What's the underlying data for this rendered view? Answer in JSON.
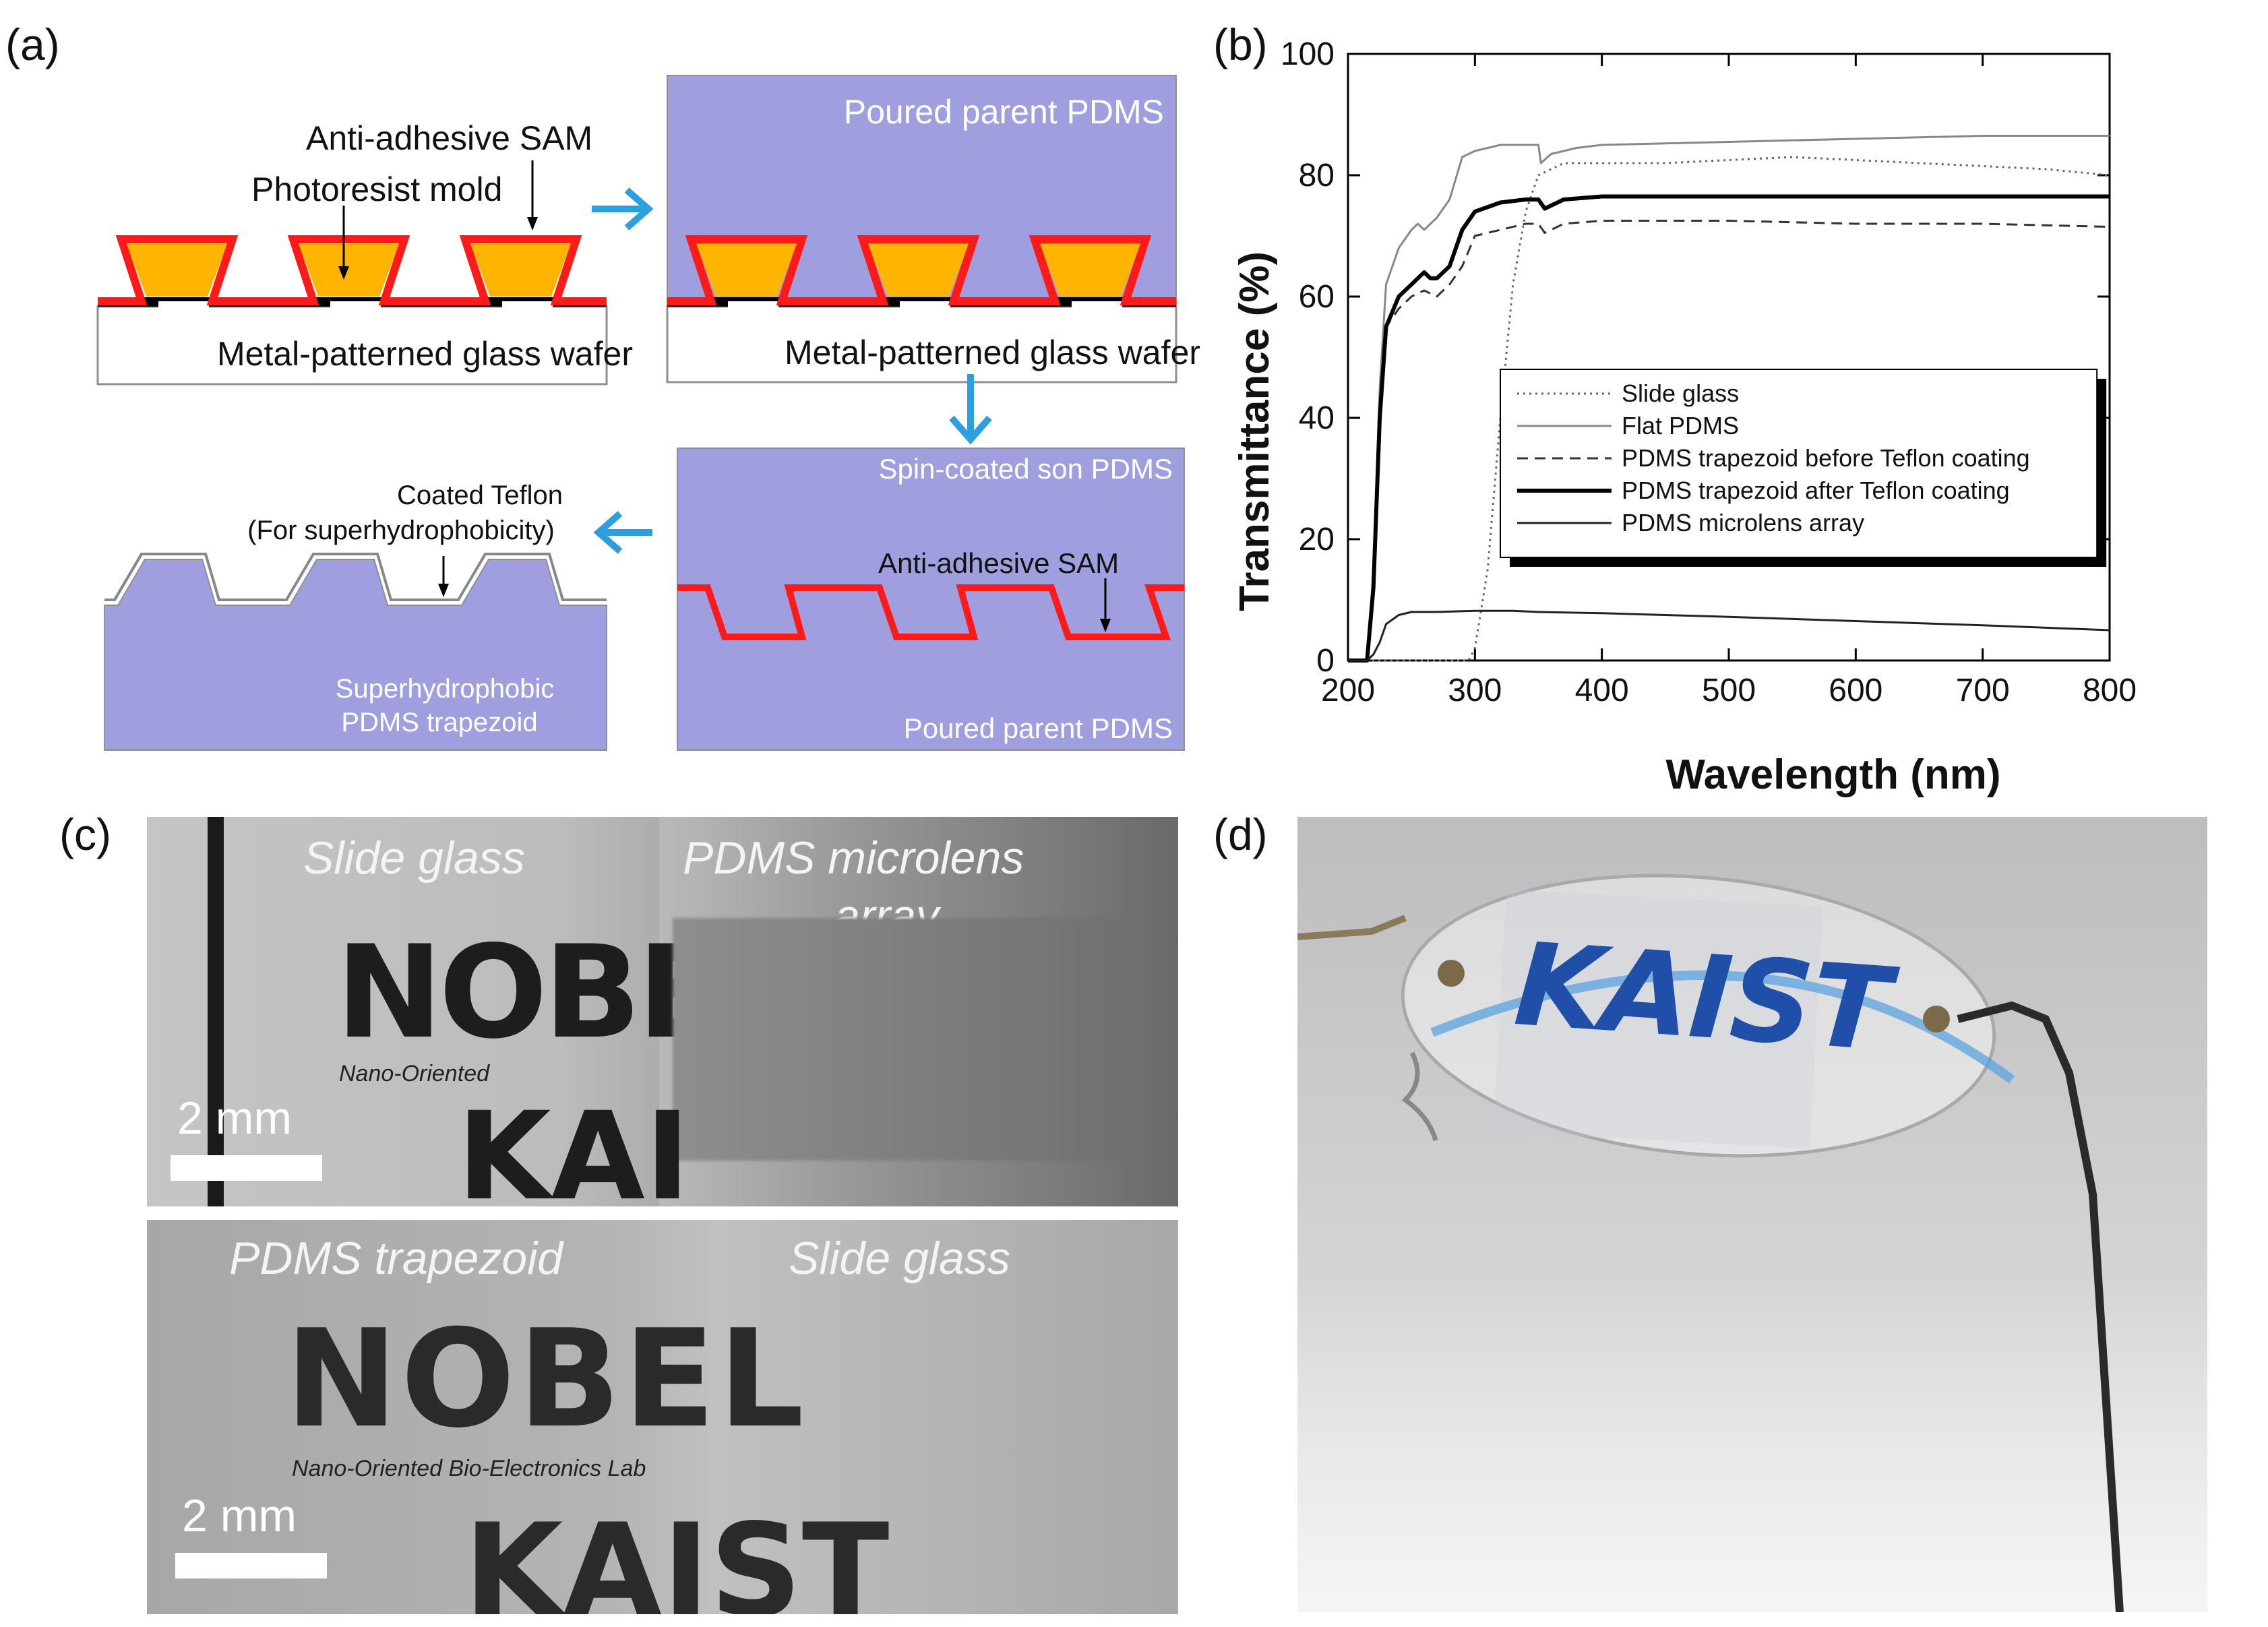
{
  "panels": {
    "a": {
      "label": "(a)",
      "step1": {
        "sam_label": "Anti-adhesive SAM",
        "mold_label": "Photoresist mold",
        "wafer_label": "Metal-patterned glass wafer"
      },
      "step2": {
        "title": "Poured parent PDMS",
        "wafer_label": "Metal-patterned glass wafer"
      },
      "step3": {
        "top_label": "Spin-coated son PDMS",
        "sam_label": "Anti-adhesive SAM",
        "bottom_label": "Poured parent PDMS"
      },
      "step4": {
        "teflon_label_1": "Coated Teflon",
        "teflon_label_2": "(For superhydrophobicity)",
        "bottom_label_1": "Superhydrophobic",
        "bottom_label_2": "PDMS trapezoid"
      },
      "colors": {
        "pdms": "#9f9fe0",
        "photoresist": "#ffb400",
        "sam": "#ff1a1a",
        "arrow": "#2c9fe0"
      }
    },
    "b": {
      "label": "(b)"
    },
    "c": {
      "label": "(c)",
      "top": {
        "left_caption": "Slide glass",
        "right_caption_1": "PDMS microlens",
        "right_caption_2": "array",
        "scale": "2 mm",
        "logo_big": "NOBEL",
        "logo_small": "Nano-Oriented",
        "logo_kaist": "KAI"
      },
      "bottom": {
        "left_caption": "PDMS trapezoid",
        "right_caption": "Slide glass",
        "scale": "2 mm",
        "logo_big": "NOBEL",
        "logo_small": "Nano-Oriented Bio-Electronics Lab",
        "logo_kaist": "KAIST"
      }
    },
    "d": {
      "label": "(d)",
      "logo_text": "KAIST",
      "logo_color": "#1f4fa8"
    }
  },
  "chart_data": {
    "type": "line",
    "xlabel": "Wavelength (nm)",
    "ylabel": "Transmittance (%)",
    "xlim": [
      200,
      800
    ],
    "ylim": [
      0,
      100
    ],
    "xticks": [
      200,
      300,
      400,
      500,
      600,
      700,
      800
    ],
    "yticks": [
      0,
      20,
      40,
      60,
      80,
      100
    ],
    "grid": false,
    "legend_position": "center-right",
    "series": [
      {
        "name": "Slide glass",
        "style": "dotted",
        "color": "#666666",
        "x": [
          200,
          295,
          300,
          310,
          320,
          330,
          340,
          350,
          370,
          400,
          450,
          500,
          550,
          600,
          650,
          700,
          750,
          800
        ],
        "y": [
          0,
          0,
          2,
          15,
          40,
          62,
          74,
          80,
          82,
          82,
          82,
          82.5,
          83,
          82.5,
          82,
          81.5,
          81,
          80
        ]
      },
      {
        "name": "Flat PDMS",
        "style": "solid-thin",
        "color": "#888888",
        "x": [
          200,
          215,
          220,
          225,
          230,
          240,
          250,
          255,
          260,
          270,
          280,
          290,
          300,
          320,
          340,
          350,
          352,
          360,
          380,
          400,
          500,
          600,
          700,
          800
        ],
        "y": [
          0,
          0,
          15,
          45,
          62,
          68,
          71,
          72,
          71,
          73,
          76,
          83,
          84,
          85,
          85,
          85,
          82,
          83.5,
          84.5,
          85,
          85.5,
          86,
          86.5,
          86.5
        ]
      },
      {
        "name": "PDMS trapezoid before Teflon coating",
        "style": "dashed",
        "color": "#333333",
        "x": [
          200,
          215,
          220,
          225,
          230,
          240,
          250,
          260,
          270,
          280,
          290,
          300,
          320,
          340,
          350,
          355,
          370,
          400,
          500,
          600,
          700,
          800
        ],
        "y": [
          0,
          0,
          12,
          40,
          55,
          58,
          60,
          61,
          60,
          62,
          65,
          70,
          71,
          72,
          72,
          70.5,
          72,
          72.5,
          72.5,
          72,
          72,
          71.5
        ]
      },
      {
        "name": "PDMS trapezoid after Teflon coating",
        "style": "solid-thick",
        "color": "#000000",
        "x": [
          200,
          215,
          220,
          225,
          230,
          240,
          250,
          260,
          265,
          270,
          280,
          290,
          300,
          320,
          340,
          350,
          355,
          370,
          400,
          500,
          600,
          700,
          800
        ],
        "y": [
          0,
          0,
          12,
          40,
          55,
          60,
          62,
          64,
          63,
          63,
          65,
          71,
          74,
          75.5,
          76,
          76,
          74.5,
          76,
          76.5,
          76.5,
          76.5,
          76.5,
          76.5
        ]
      },
      {
        "name": "PDMS microlens array",
        "style": "solid-thin",
        "color": "#222222",
        "x": [
          200,
          215,
          220,
          225,
          230,
          240,
          250,
          270,
          300,
          330,
          350,
          400,
          500,
          600,
          700,
          800
        ],
        "y": [
          0,
          0,
          1,
          3,
          6,
          7.5,
          8,
          8,
          8.2,
          8.2,
          8,
          7.8,
          7.2,
          6.5,
          5.8,
          5
        ]
      }
    ]
  }
}
